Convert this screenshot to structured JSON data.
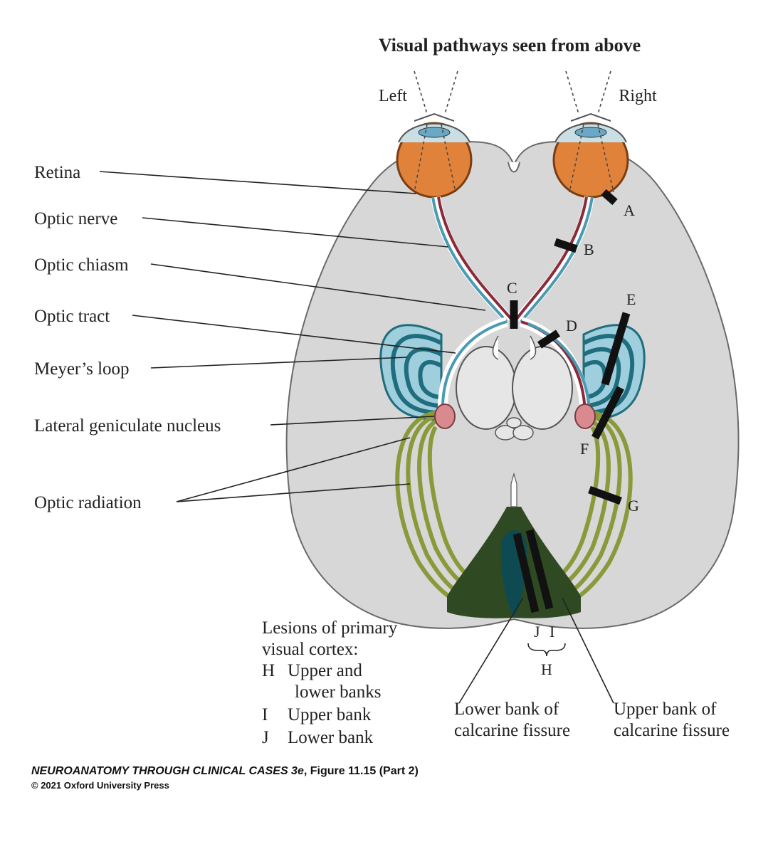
{
  "title": "Visual pathways seen from above",
  "sides": {
    "left": "Left",
    "right": "Right"
  },
  "structure_labels": [
    "Retina",
    "Optic nerve",
    "Optic chiasm",
    "Optic tract",
    "Meyer’s loop",
    "Lateral geniculate nucleus",
    "Optic radiation"
  ],
  "lesion_letters": [
    "A",
    "B",
    "C",
    "D",
    "E",
    "F",
    "G",
    "J",
    "I",
    "H"
  ],
  "lesion_legend": {
    "heading_line1": "Lesions of primary",
    "heading_line2": "visual cortex:",
    "h_letter": "H",
    "h_line1": "Upper and",
    "h_line2": "lower banks",
    "i_letter": "I",
    "i_text": "Upper bank",
    "j_letter": "J",
    "j_text": "Lower bank"
  },
  "calcarine_labels": {
    "lower_line1": "Lower bank of",
    "lower_line2": "calcarine fissure",
    "upper_line1": "Upper bank of",
    "upper_line2": "calcarine fissure"
  },
  "caption": {
    "book": "NEUROANATOMY THROUGH CLINICAL CASES 3e",
    "figure": ", Figure 11.15 (Part 2)",
    "copyright": "© 2021 Oxford University Press"
  },
  "colors": {
    "brain": "#d7d7d7",
    "eye_orange": "#e0823a",
    "temporal_blue": "#1f6d7e",
    "temporal_light": "#9fcfdc",
    "radiation_green": "#8a9a3a",
    "occipital_dark": "#2f4a22",
    "calcarine_teal": "#0e4a52",
    "thalamus": "#e6e6e6",
    "lgn_pink": "#d98a8e",
    "lesion_bar": "#111111"
  }
}
